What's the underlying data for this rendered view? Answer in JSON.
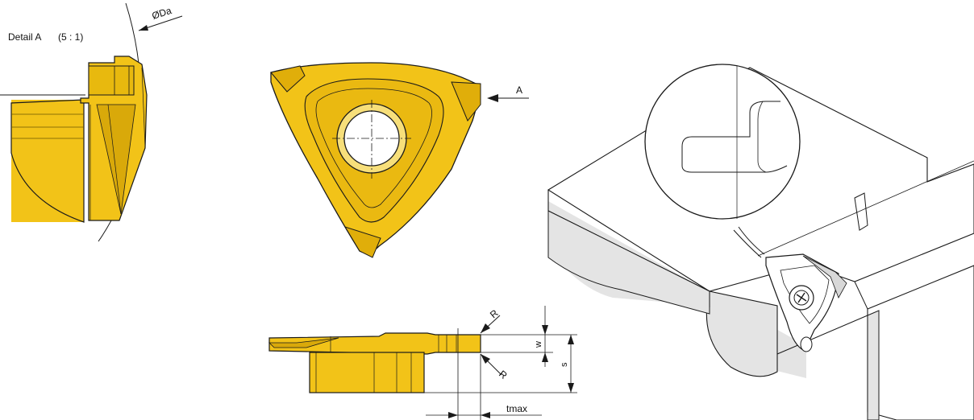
{
  "detail_view": {
    "title": "Detail A",
    "scale": "(5 : 1)",
    "diameter_label": "ØDa"
  },
  "front_view": {
    "view_arrow_label": "A"
  },
  "side_view": {
    "radius_label_top": "R",
    "radius_label_bottom": "R",
    "width_label": "w",
    "thickness_label": "s",
    "depth_label": "tmax"
  },
  "colors": {
    "insert_yellow": "#f2c318",
    "insert_dark": "#b89408",
    "insert_shadow": "#8a6f04",
    "outline": "#1a1a1a",
    "workpiece_shade": "#e4e4e4"
  }
}
